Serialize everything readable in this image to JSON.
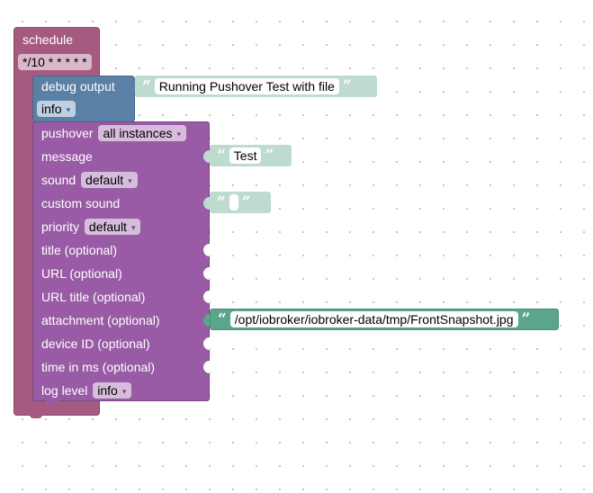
{
  "schedule": {
    "label": "schedule",
    "cron": "*/10 * * * * *",
    "color": "#a55b80"
  },
  "debug": {
    "label": "debug output",
    "level": "info",
    "text": "Running Pushover Test with file",
    "color": "#5b80a5"
  },
  "pushover": {
    "label": "pushover",
    "instance": "all instances",
    "color": "#995ba5",
    "rows": {
      "message": "message",
      "sound": "sound",
      "sound_value": "default",
      "custom_sound": "custom sound",
      "priority": "priority",
      "priority_value": "default",
      "title": "title (optional)",
      "url": "URL (optional)",
      "url_title": "URL title (optional)",
      "attachment": "attachment (optional)",
      "device_id": "device ID (optional)",
      "time_ms": "time in ms (optional)",
      "log_level": "log level",
      "log_level_value": "info"
    },
    "inputs": {
      "message_text": "Test",
      "custom_sound_text": "",
      "attachment_text": "/opt/iobroker/iobroker-data/tmp/FrontSnapshot.jpg"
    }
  },
  "glyphs": {
    "open_quote": "“",
    "close_quote": "”",
    "dropdown_arrow": "▾"
  },
  "colors": {
    "text_block": "#bedbd0",
    "text_block_selected": "#5ba58c",
    "workspace_dots": "#c4c4c4"
  }
}
